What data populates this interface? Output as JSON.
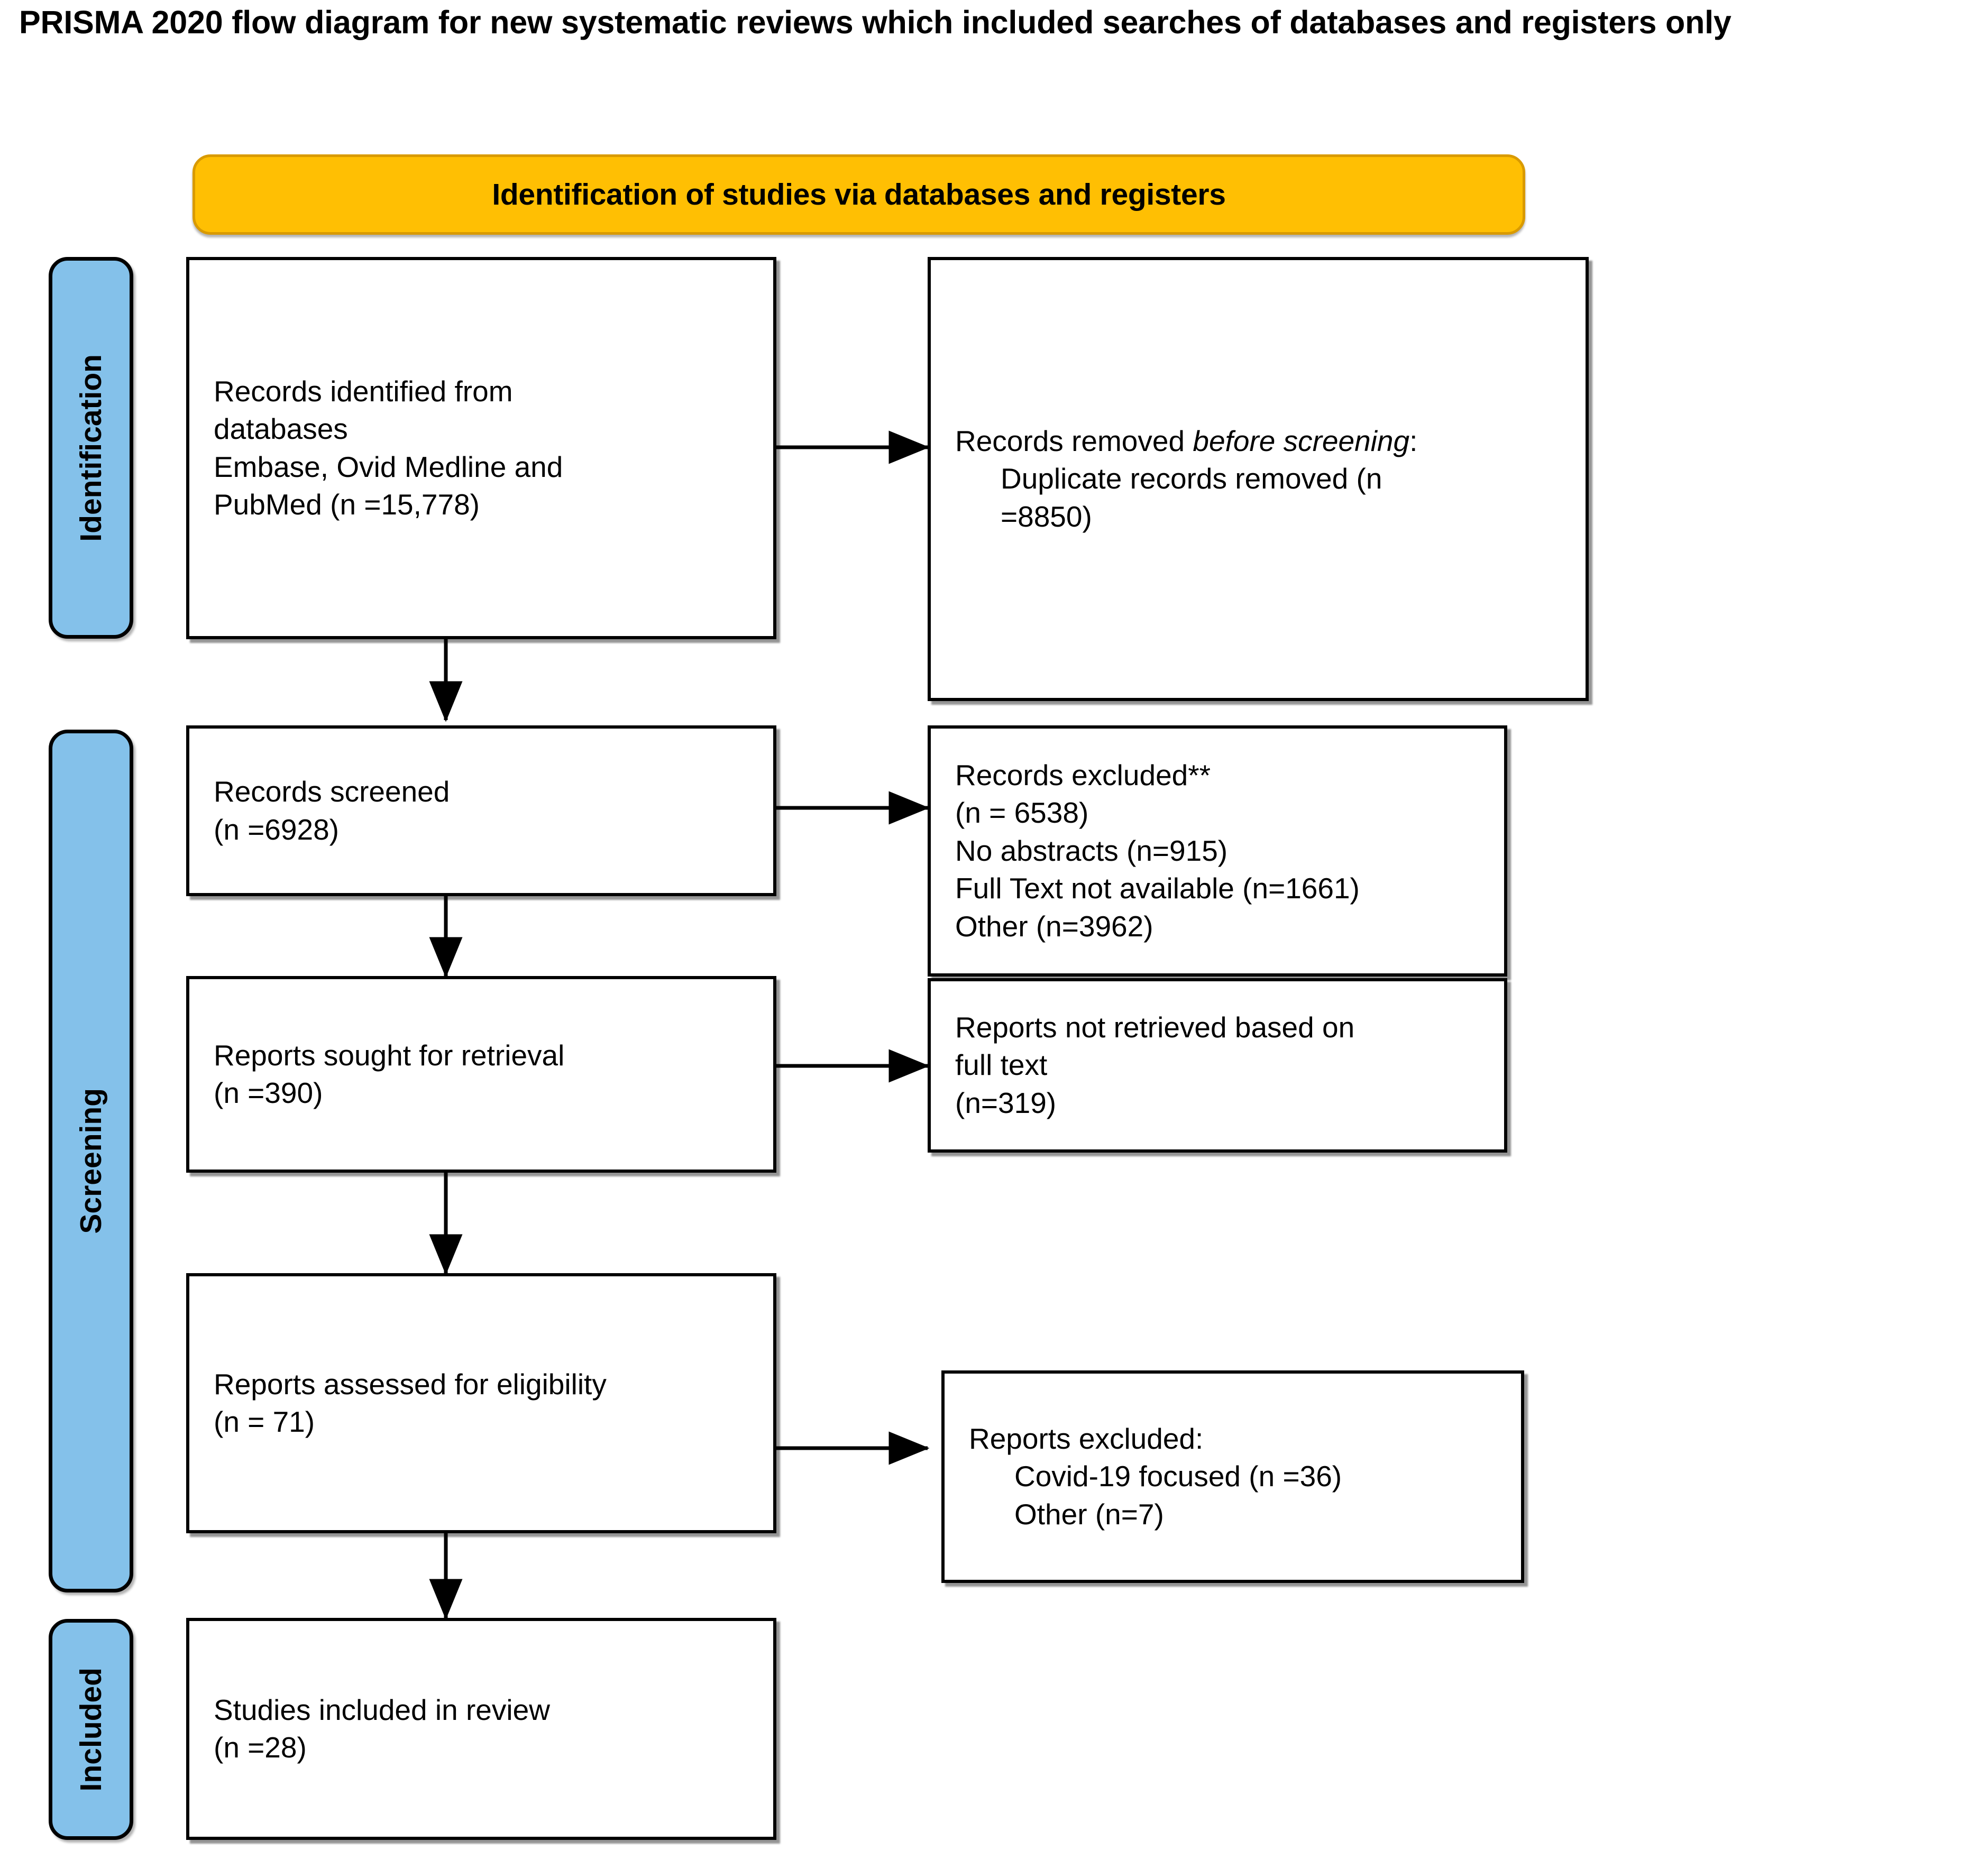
{
  "title": "PRISMA 2020 flow diagram for new systematic reviews which included searches of databases and registers only",
  "colors": {
    "banner_fill": "#FFBF03",
    "banner_border": "#D99A00",
    "tab_fill": "#84C1EA",
    "tab_border": "#000000",
    "box_border": "#000000",
    "box_fill": "#FFFFFF",
    "text": "#000000"
  },
  "banner": {
    "label": "Identification of studies via databases and registers"
  },
  "stages": [
    {
      "id": "identification",
      "label": "Identification"
    },
    {
      "id": "screening",
      "label": "Screening"
    },
    {
      "id": "included",
      "label": "Included"
    }
  ],
  "boxes": {
    "records_identified": {
      "lines": [
        {
          "text": "Records identified from",
          "indent": false,
          "italic_part": ""
        },
        {
          "text": "databases",
          "indent": false,
          "italic_part": ""
        },
        {
          "text": "Embase, Ovid Medline and",
          "indent": false,
          "italic_part": ""
        },
        {
          "text": "PubMed (n =15,778)",
          "indent": false,
          "italic_part": ""
        }
      ]
    },
    "records_removed": {
      "lines": [
        {
          "text": "Records removed ",
          "indent": false,
          "italic_part": "before screening",
          "suffix": ":"
        },
        {
          "text": "Duplicate records removed (n",
          "indent": true,
          "italic_part": ""
        },
        {
          "text": "=8850)",
          "indent": true,
          "italic_part": ""
        }
      ]
    },
    "records_screened": {
      "lines": [
        {
          "text": "Records screened",
          "indent": false
        },
        {
          "text": "(n =6928)",
          "indent": false
        }
      ]
    },
    "records_excluded": {
      "lines": [
        {
          "text": "Records excluded**",
          "indent": false
        },
        {
          "text": "(n = 6538)",
          "indent": false
        },
        {
          "text": "No abstracts (n=915)",
          "indent": false
        },
        {
          "text": "Full Text not available (n=1661)",
          "indent": false
        },
        {
          "text": "Other (n=3962)",
          "indent": false
        }
      ]
    },
    "reports_sought": {
      "lines": [
        {
          "text": "Reports sought for retrieval",
          "indent": false
        },
        {
          "text": "(n =390)",
          "indent": false
        }
      ]
    },
    "reports_not_retrieved": {
      "lines": [
        {
          "text": "Reports not retrieved based on",
          "indent": false
        },
        {
          "text": "full text",
          "indent": false
        },
        {
          "text": "(n=319)",
          "indent": false
        }
      ]
    },
    "reports_assessed": {
      "lines": [
        {
          "text": "Reports assessed for eligibility",
          "indent": false
        },
        {
          "text": "(n = 71)",
          "indent": false
        }
      ]
    },
    "reports_excluded": {
      "lines": [
        {
          "text": "Reports excluded:",
          "indent": false
        },
        {
          "text": "Covid-19 focused (n =36)",
          "indent": true
        },
        {
          "text": "Other (n=7)",
          "indent": true
        }
      ]
    },
    "studies_included": {
      "lines": [
        {
          "text": "Studies included in review",
          "indent": false
        },
        {
          "text": "(n =28)",
          "indent": false
        }
      ]
    }
  },
  "chart_data": {
    "type": "diagram",
    "title": "PRISMA 2020 flow diagram for new systematic reviews which included searches of databases and registers only",
    "nodes": [
      {
        "id": "records_identified",
        "stage": "Identification",
        "label": "Records identified from databases Embase, Ovid Medline and PubMed",
        "n": 15778
      },
      {
        "id": "records_removed",
        "stage": "Identification",
        "label": "Records removed before screening: Duplicate records removed",
        "n": 8850
      },
      {
        "id": "records_screened",
        "stage": "Screening",
        "label": "Records screened",
        "n": 6928
      },
      {
        "id": "records_excluded",
        "stage": "Screening",
        "label": "Records excluded**",
        "n": 6538,
        "breakdown": [
          {
            "label": "No abstracts",
            "n": 915
          },
          {
            "label": "Full Text not available",
            "n": 1661
          },
          {
            "label": "Other",
            "n": 3962
          }
        ]
      },
      {
        "id": "reports_sought",
        "stage": "Screening",
        "label": "Reports sought for retrieval",
        "n": 390
      },
      {
        "id": "reports_not_retrieved",
        "stage": "Screening",
        "label": "Reports not retrieved based on full text",
        "n": 319
      },
      {
        "id": "reports_assessed",
        "stage": "Screening",
        "label": "Reports assessed for eligibility",
        "n": 71
      },
      {
        "id": "reports_excluded",
        "stage": "Screening",
        "label": "Reports excluded:",
        "breakdown": [
          {
            "label": "Covid-19 focused",
            "n": 36
          },
          {
            "label": "Other",
            "n": 7
          }
        ]
      },
      {
        "id": "studies_included",
        "stage": "Included",
        "label": "Studies included in review",
        "n": 28
      }
    ],
    "edges": [
      {
        "from": "records_identified",
        "to": "records_removed",
        "direction": "right"
      },
      {
        "from": "records_identified",
        "to": "records_screened",
        "direction": "down"
      },
      {
        "from": "records_screened",
        "to": "records_excluded",
        "direction": "right"
      },
      {
        "from": "records_screened",
        "to": "reports_sought",
        "direction": "down"
      },
      {
        "from": "reports_sought",
        "to": "reports_not_retrieved",
        "direction": "right"
      },
      {
        "from": "reports_sought",
        "to": "reports_assessed",
        "direction": "down"
      },
      {
        "from": "reports_assessed",
        "to": "reports_excluded",
        "direction": "right"
      },
      {
        "from": "reports_assessed",
        "to": "studies_included",
        "direction": "down"
      }
    ]
  }
}
